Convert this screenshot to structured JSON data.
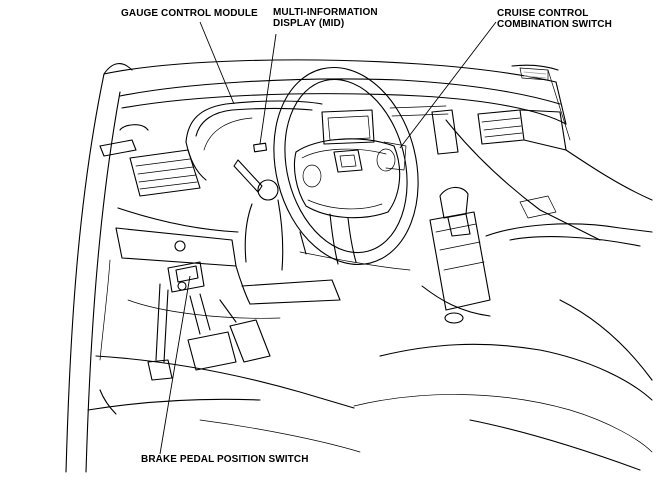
{
  "labels": {
    "gauge_control_module": "GAUGE CONTROL MODULE",
    "mid_line1": "MULTI-INFORMATION",
    "mid_line2": "DISPLAY (MID)",
    "cruise_line1": "CRUISE CONTROL",
    "cruise_line2": "COMBINATION SWITCH",
    "brake_pedal_position_switch": "BRAKE PEDAL POSITION SWITCH"
  },
  "style": {
    "line_color": "#000000",
    "background": "#ffffff"
  }
}
